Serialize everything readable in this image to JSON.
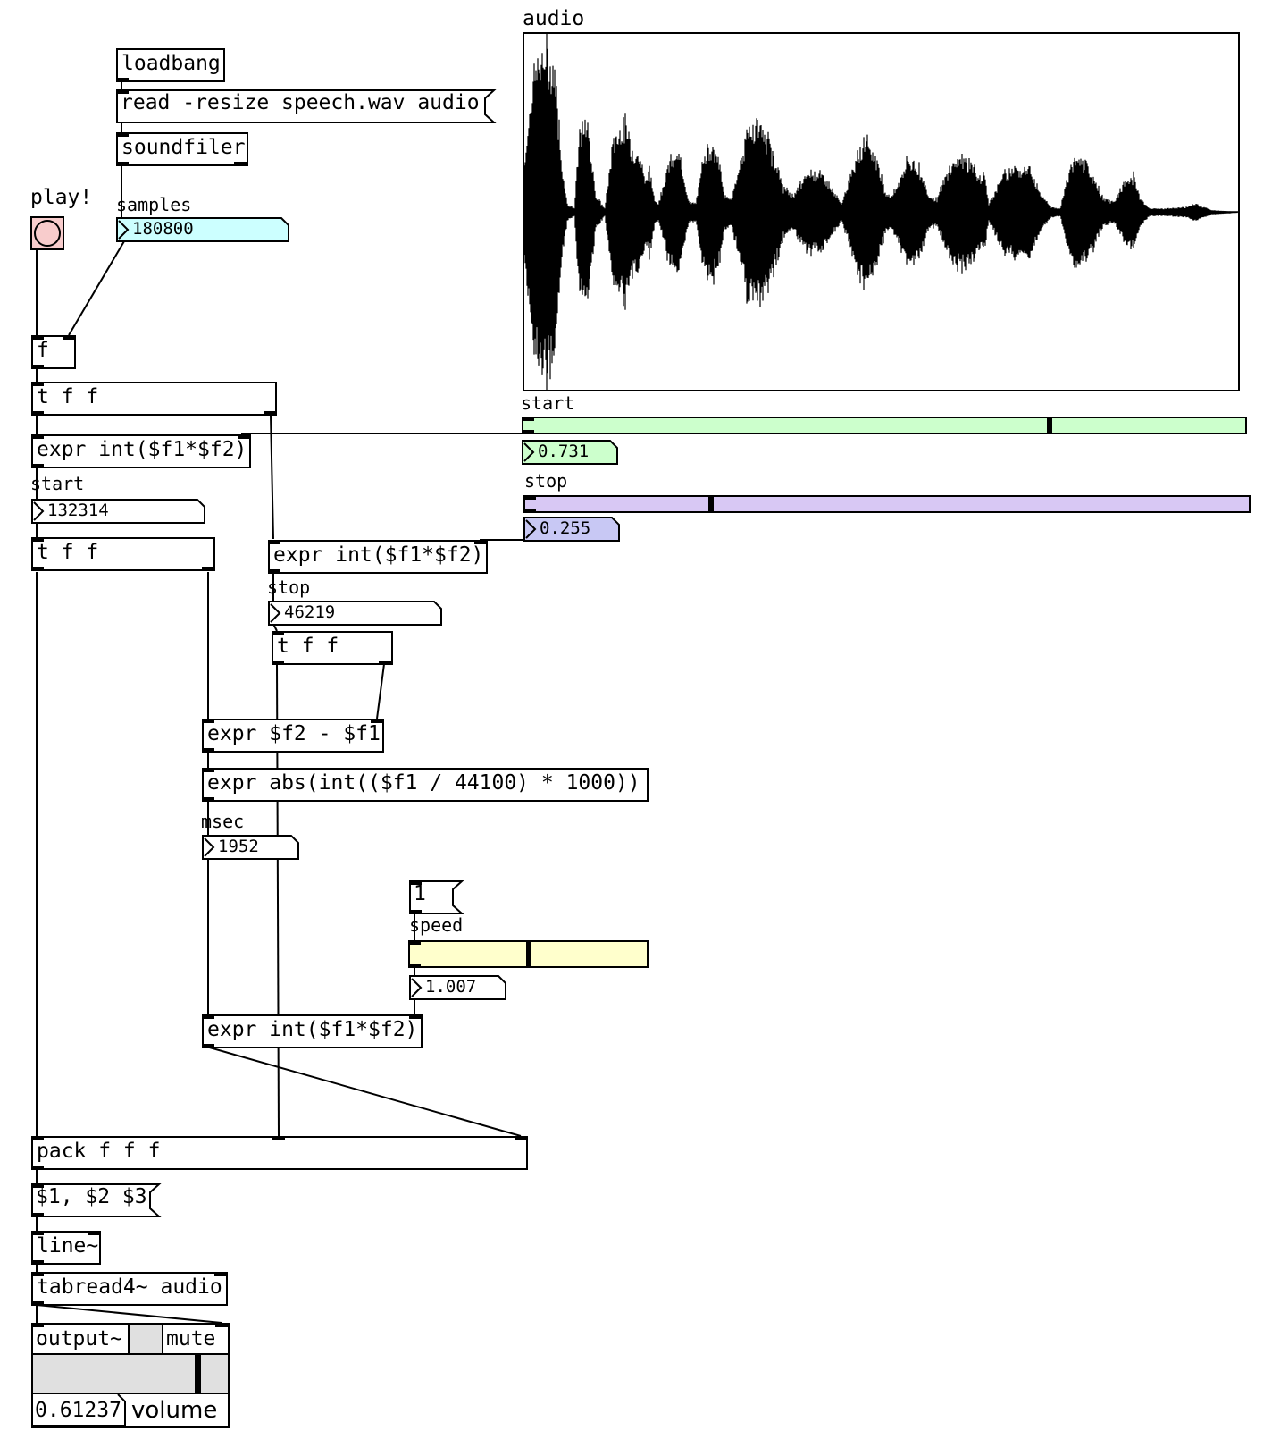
{
  "patch": {
    "objects": {
      "loadbang": "loadbang",
      "soundfiler": "soundfiler",
      "f": "f",
      "t1": "t f f",
      "expr_start": "expr int($f1*$f2)",
      "t2": "t f f",
      "expr_stop": "expr int($f1*$f2)",
      "t3": "t f f",
      "expr_diff": "expr $f2 - $f1",
      "expr_msec": "expr abs(int(($f1 / 44100) * 1000))",
      "expr_speed": "expr int($f1*$f2)",
      "pack": "pack f f f",
      "line": "line~",
      "tabread": "tabread4~ audio"
    },
    "messages": {
      "read": "read -resize speech.wav audio",
      "one": "1",
      "ramp": "$1, $2 $3"
    },
    "labels": {
      "play": "play!",
      "samples": "samples",
      "array_name": "audio",
      "start_slider": "start",
      "stop_slider": "stop",
      "start_num": "start",
      "stop_num": "stop",
      "msec": "msec",
      "speed": "speed"
    },
    "numbers": {
      "samples": "180800",
      "start_ratio": "0.731",
      "stop_ratio": "0.255",
      "start": "132314",
      "stop": "46219",
      "msec": "1952",
      "speed": "1.007"
    },
    "sliders": {
      "start": {
        "value": 0.731,
        "color": "#ccffcc"
      },
      "stop": {
        "value": 0.255,
        "color": "#d8c8f4"
      },
      "speed": {
        "value": 0.5,
        "color": "#ffffcc"
      }
    },
    "output": {
      "title": "output~",
      "mute_label": "mute",
      "volume_value": "0.61237",
      "volume_label": "volume",
      "volume_level": 0.86
    },
    "colors": {
      "bang": "#f8cccc",
      "samples_num": "#ccffff",
      "start_num": "#ccffcc",
      "stop_num": "#c8c8f4",
      "output_bg": "#e0e0e0"
    },
    "waveform": {
      "table": "audio",
      "length": 180800
    }
  }
}
